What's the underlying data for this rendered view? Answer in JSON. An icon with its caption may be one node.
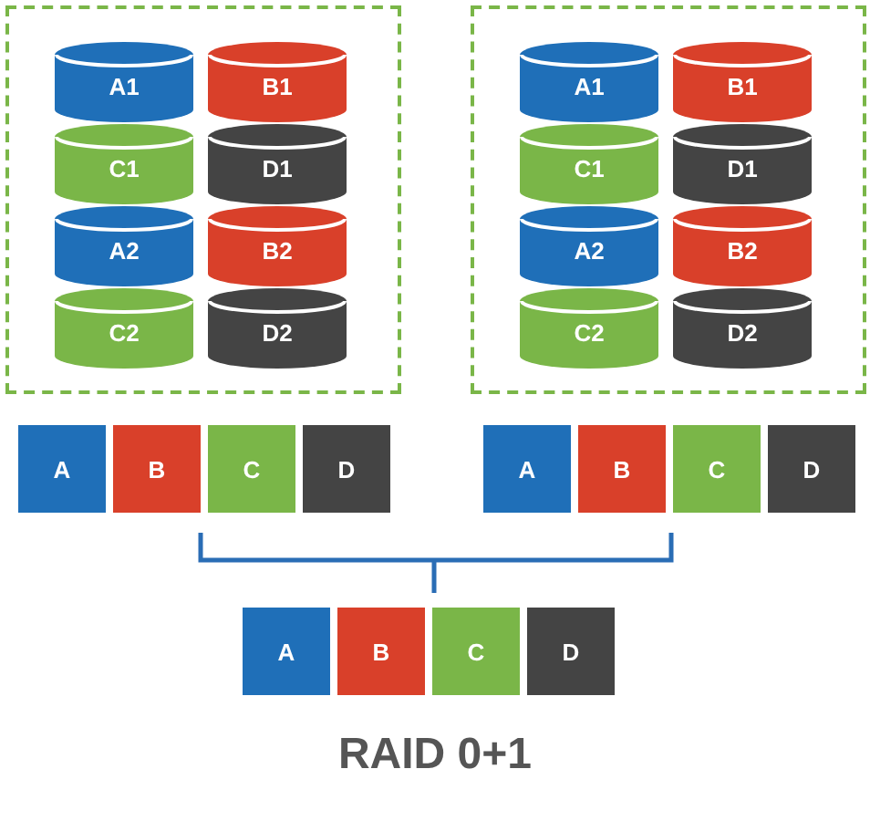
{
  "diagram": {
    "title": "RAID 0+1",
    "nodes": [
      {
        "text": [],
        "shape": "box"
      },
      {
        "text": [
          "A1"
        ],
        "in": 0
      },
      {
        "text": [
          "B1"
        ],
        "in": 0
      },
      {
        "text": [
          "C1"
        ],
        "in": 0
      },
      {
        "text": [
          "D1"
        ],
        "in": 0
      },
      {
        "text": [
          "A2"
        ],
        "in": 0
      },
      {
        "text": [
          "B2"
        ],
        "in": 0
      },
      {
        "text": [
          "C2"
        ],
        "in": 0
      },
      {
        "text": [
          "D2"
        ],
        "in": 0
      },
      {
        "text": [],
        "shape": "box"
      },
      {
        "text": [
          "A1"
        ],
        "in": 9
      },
      {
        "text": [
          "B1"
        ],
        "in": 9
      },
      {
        "text": [
          "C1"
        ],
        "in": 9
      },
      {
        "text": [
          "D1"
        ],
        "in": 9
      },
      {
        "text": [
          "A2"
        ],
        "in": 9
      },
      {
        "text": [
          "B2"
        ],
        "in": 9
      },
      {
        "text": [
          "C2"
        ],
        "in": 9
      },
      {
        "text": [
          "D2"
        ],
        "in": 9
      },
      {
        "text": [
          "A"
        ]
      },
      {
        "text": [
          "B"
        ]
      },
      {
        "text": [
          "C"
        ]
      },
      {
        "text": [
          "D"
        ]
      },
      {
        "text": [
          "A"
        ]
      },
      {
        "text": [
          "B"
        ]
      },
      {
        "text": [
          "C"
        ]
      },
      {
        "text": [
          "D"
        ]
      },
      {
        "text": [
          "A"
        ]
      },
      {
        "text": [
          "B"
        ]
      },
      {
        "text": [
          "C"
        ]
      },
      {
        "text": [
          "D"
        ]
      }
    ]
  }
}
